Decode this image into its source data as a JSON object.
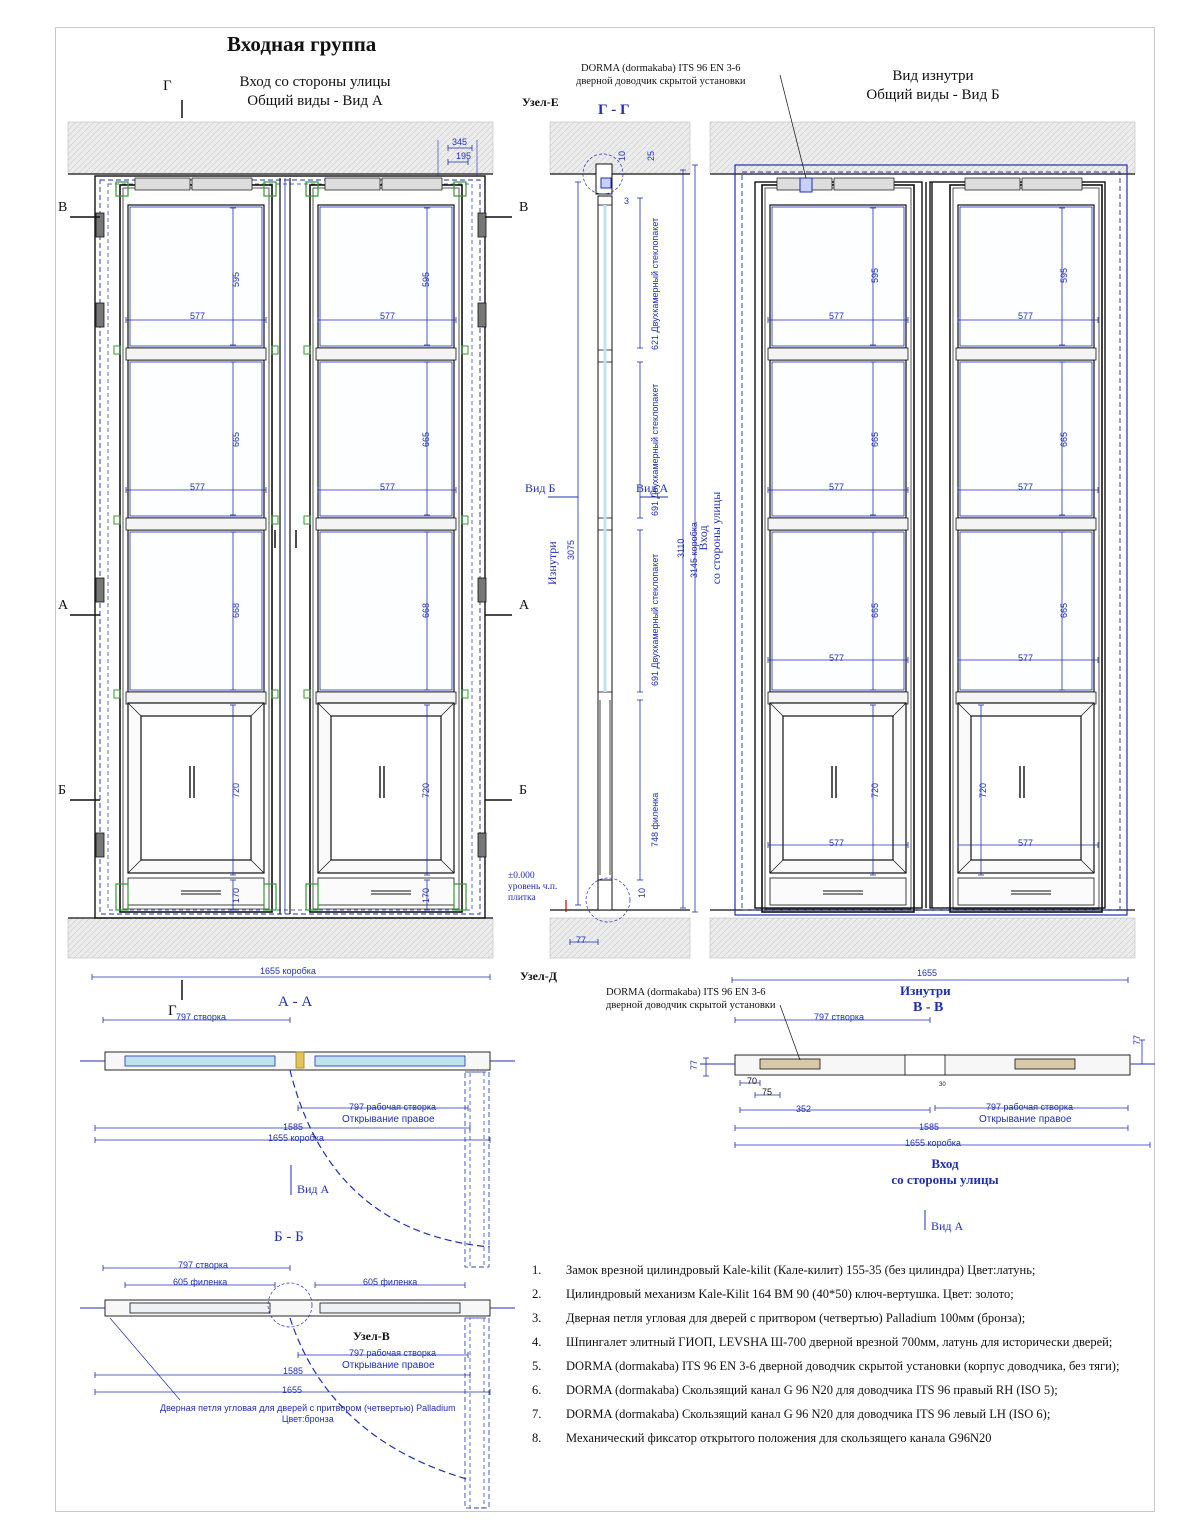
{
  "title": "Входная группа",
  "views": {
    "street": {
      "line1": "Вход со стороны улицы",
      "line2": "Общий виды - Вид А"
    },
    "inside": {
      "line1": "Вид изнутри",
      "line2": "Общий виды - Вид Б"
    },
    "section": "Г - Г",
    "section_aa": "А - А",
    "section_bb": "Б - Б",
    "section_vv": "В - В",
    "inside_label": "Изнутри"
  },
  "closer": {
    "name": "DORMA (dormakaba) ITS 96 EN 3-6",
    "desc": "дверной доводчик скрытой установки"
  },
  "markers": {
    "g": "Г",
    "v": "В",
    "a": "А",
    "b": "Б",
    "node_e": "Узел-Е",
    "node_d": "Узел-Д",
    "node_v": "Узел-В",
    "view_b": "Вид Б",
    "view_a": "Вид А",
    "inside_v": "Изнутри",
    "street_v": "Вход со стороны улицы",
    "street_plan1": "Вход",
    "street_plan2": "со стороны улицы",
    "level1": "±0.000",
    "level2": "уровень ч.п.",
    "level3": "плитка"
  },
  "dims": {
    "d345": "345",
    "d195": "195",
    "d10": "10",
    "d25": "25",
    "d3": "3",
    "d595": "595",
    "d665": "665",
    "d668": "668",
    "d720": "720",
    "d170": "170",
    "d577": "577",
    "d1655_box": "1655 коробка",
    "d1655": "1655",
    "d3075": "3075",
    "d3110": "3110",
    "d3145": "3145 коробка",
    "glass621": "621 Двухкамерный стеклопакет",
    "glass691a": "691 Двухкамерный стеклопакет",
    "glass691b": "691 Двухкамерный стеклопакет",
    "panel748": "748 филенка",
    "d77": "77",
    "leaf797": "797 створка",
    "work797": "797 рабочая створка",
    "open_right": "Открывание правое",
    "d1585": "1585",
    "panel605": "605 филенка",
    "d70": "70",
    "d75": "75",
    "d352": "352",
    "d30": "30",
    "hinge_note1": "Дверная петля угловая для дверей с притвором (четвертью) Palladium",
    "hinge_note2": "Цвет:бронза"
  },
  "notes": [
    {
      "n": "1.",
      "text": "Замок врезной цилиндровый  Kale-kilit (Кале-килит) 155-35 (без цилиндра) Цвет:латунь;"
    },
    {
      "n": "2.",
      "text": "Цилиндровый механизм Kale-Kilit 164 BM 90 (40*50)   ключ-вертушка.  Цвет: золото;"
    },
    {
      "n": "3.",
      "text": "Дверная петля угловая для дверей с притвором  (четвертью) Palladium 100мм (бронза);"
    },
    {
      "n": "4.",
      "text": "Шпингалет элитный ГИОП, LEVSHA Ш-700 дверной врезной 700мм, латунь для исторически дверей;"
    },
    {
      "n": "5.",
      "text": "DORMA (dormakaba) ITS 96 EN 3-6  дверной доводчик скрытой установки  (корпус доводчика, без тяги);"
    },
    {
      "n": "6.",
      "text": "DORMA (dormakaba) Скользящий канал G 96 N20 для доводчика ITS 96 правый RH (ISO 5);"
    },
    {
      "n": "7.",
      "text": "DORMA (dormakaba) Скользящий канал G 96 N20 для доводчика ITS 96 левый LH (ISO 6);"
    },
    {
      "n": "8.",
      "text": "Механический фиксатор открытого положения для скользящего канала  G96N20"
    }
  ],
  "colors": {
    "line": "#1f2fb0",
    "ink": "#111111",
    "hatch": "#e6e6e6",
    "accent": "#2e9a2e",
    "glass": "#bfe3ee"
  }
}
